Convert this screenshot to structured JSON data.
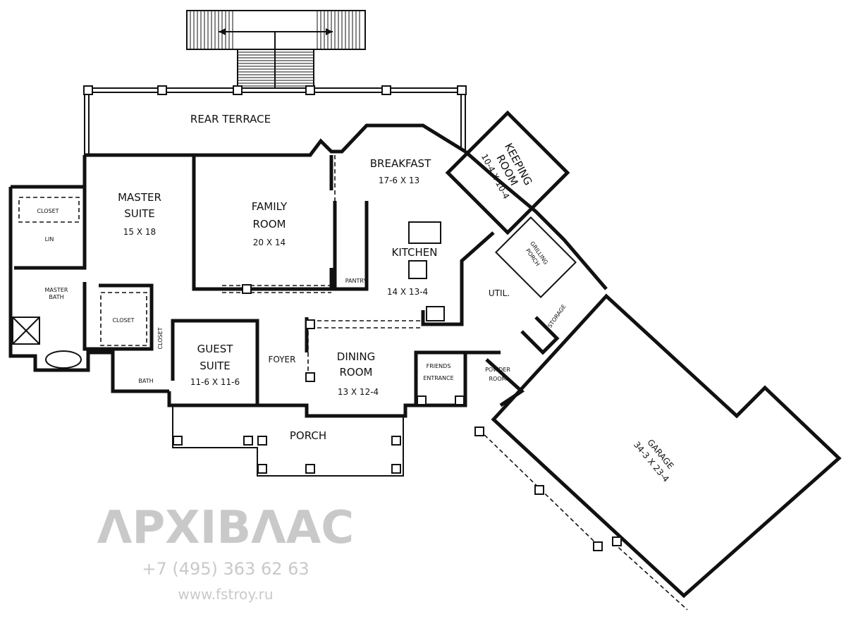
{
  "plan": {
    "rooms": {
      "rear_terrace": "REAR  TERRACE",
      "master_suite": [
        "MASTER",
        "SUITE"
      ],
      "master_suite_dim": "15 X 18",
      "closet_top": "CLOSET",
      "lin": "LIN",
      "master_bath": [
        "MASTER",
        "BATH"
      ],
      "closet_mid": "CLOSET",
      "closet_small": "CLOSET",
      "bath": "BATH",
      "family_room": [
        "FAMILY",
        "ROOM"
      ],
      "family_room_dim": "20 X 14",
      "breakfast": "BREAKFAST",
      "breakfast_dim": "17-6 X 13",
      "keeping_room": [
        "KEEPING",
        "ROOM"
      ],
      "keeping_room_dim": "10-4 X 10-4",
      "grilling_porch": [
        "GRILLING",
        "PORCH"
      ],
      "kitchen": "KITCHEN",
      "kitchen_dim": "14 X 13-4",
      "pantry": "PANTRY",
      "util": "UTIL.",
      "storage": "STORAGE",
      "guest_suite": [
        "GUEST",
        "SUITE"
      ],
      "guest_suite_dim": "11-6 X 11-6",
      "foyer": "FOYER",
      "dining_room": [
        "DINING",
        "ROOM"
      ],
      "dining_room_dim": "13 X 12-4",
      "friends_entrance": [
        "FRIENDS",
        "ENTRANCE"
      ],
      "powder_room": [
        "POWDER",
        "ROOM"
      ],
      "porch": "PORCH",
      "garage": "GARAGE",
      "garage_dim": "34-3 X 23-4"
    },
    "watermark": {
      "logo": "ΛΡΧΙΒΛΑС",
      "phone": "+7 (495) 363 62 63",
      "url": "www.fstroy.ru"
    }
  }
}
